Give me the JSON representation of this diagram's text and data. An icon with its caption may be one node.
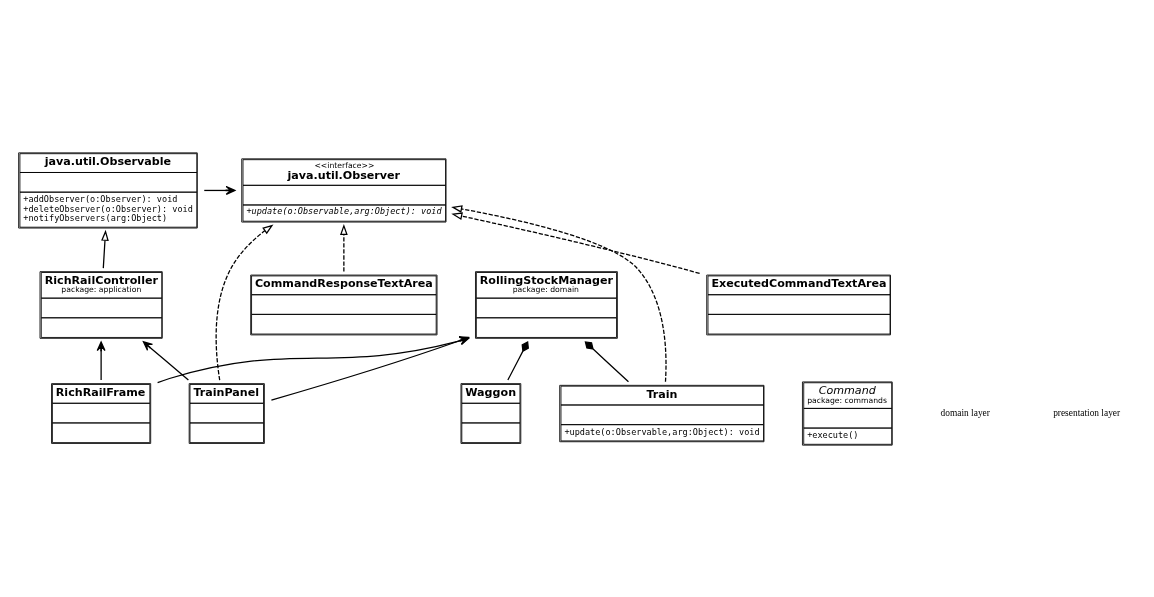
{
  "diagram": {
    "nodes": [
      {
        "text": [
          "java.util.Observable",
          "+addObserver(o:Observer): void",
          "+deleteObserver(o:Observer): void",
          "+notifyObservers(arg:Object)"
        ]
      },
      {
        "text": [
          "<<interface>>",
          "java.util.Observer",
          "+update(o:Observable,arg:Object): void"
        ]
      },
      {
        "text": [
          "RichRailController",
          "package: application"
        ]
      },
      {
        "text": [
          "Train",
          "+update(o:Observable,arg:Object): void"
        ]
      },
      {
        "text": [
          "TrainPanel"
        ]
      },
      {
        "text": [
          "ExecutedCommandTextArea"
        ]
      },
      {
        "text": [
          "CommandResponseTextArea"
        ]
      },
      {
        "text": [
          "Command",
          "package: commands",
          "+execute()"
        ]
      },
      {
        "text": [
          "Waggon"
        ]
      },
      {
        "text": [
          "RollingStockManager",
          "package: domain"
        ]
      },
      {
        "text": [
          "RichRailFrame"
        ]
      }
    ],
    "edges": [
      {
        "from": 0,
        "to": 1,
        "arrow": "to"
      },
      {
        "from": 2,
        "to": 0,
        "arrow": "to"
      },
      {
        "from": 3,
        "to": 1,
        "arrow": "to",
        "style": "dashed"
      },
      {
        "from": 4,
        "to": 1,
        "arrow": "to",
        "style": "dashed"
      },
      {
        "from": 5,
        "to": 1,
        "arrow": "to",
        "style": "dashed"
      },
      {
        "from": 6,
        "to": 1,
        "arrow": "to",
        "style": "dashed"
      },
      {
        "from": 4,
        "to": 2,
        "arrow": "to"
      },
      {
        "from": 4,
        "to": 9,
        "arrow": "to"
      },
      {
        "from": 10,
        "to": 2,
        "arrow": "to"
      },
      {
        "from": 10,
        "to": 9,
        "arrow": "to"
      },
      {
        "from": 3,
        "to": 9,
        "arrow": "other"
      },
      {
        "from": 8,
        "to": 9,
        "arrow": "other"
      }
    ],
    "labels": [
      "domain layer",
      "presentation layer"
    ]
  }
}
